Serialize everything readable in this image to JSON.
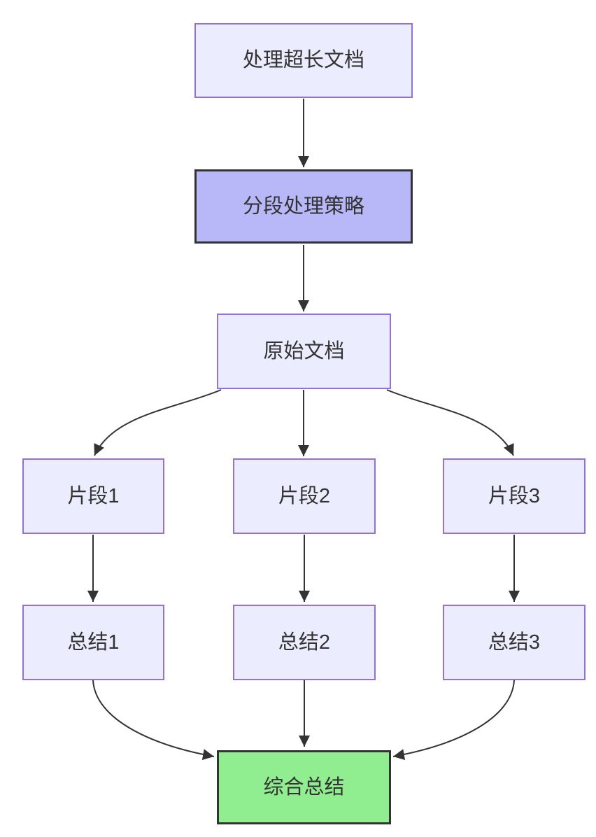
{
  "diagram": {
    "type": "flowchart",
    "direction": "top-down",
    "colors": {
      "node_fill": "#ECECFF",
      "node_border": "#9370DB",
      "strategy_fill": "#B8B8F8",
      "strategy_border": "#333333",
      "result_fill": "#90EE90",
      "result_border": "#333333",
      "edge_color": "#333333",
      "text_color": "#333333",
      "background": "#FFFFFF"
    },
    "nodes": {
      "process_long_doc": {
        "label": "处理超长文档",
        "style": "default"
      },
      "segment_strategy": {
        "label": "分段处理策略",
        "style": "emphasis"
      },
      "original_doc": {
        "label": "原始文档",
        "style": "default"
      },
      "fragment_1": {
        "label": "片段1",
        "style": "default"
      },
      "fragment_2": {
        "label": "片段2",
        "style": "default"
      },
      "fragment_3": {
        "label": "片段3",
        "style": "default"
      },
      "summary_1": {
        "label": "总结1",
        "style": "default"
      },
      "summary_2": {
        "label": "总结2",
        "style": "default"
      },
      "summary_3": {
        "label": "总结3",
        "style": "default"
      },
      "final_summary": {
        "label": "综合总结",
        "style": "success"
      }
    },
    "edges": [
      {
        "from": "process_long_doc",
        "to": "segment_strategy"
      },
      {
        "from": "segment_strategy",
        "to": "original_doc"
      },
      {
        "from": "original_doc",
        "to": "fragment_1"
      },
      {
        "from": "original_doc",
        "to": "fragment_2"
      },
      {
        "from": "original_doc",
        "to": "fragment_3"
      },
      {
        "from": "fragment_1",
        "to": "summary_1"
      },
      {
        "from": "fragment_2",
        "to": "summary_2"
      },
      {
        "from": "fragment_3",
        "to": "summary_3"
      },
      {
        "from": "summary_1",
        "to": "final_summary"
      },
      {
        "from": "summary_2",
        "to": "final_summary"
      },
      {
        "from": "summary_3",
        "to": "final_summary"
      }
    ]
  }
}
